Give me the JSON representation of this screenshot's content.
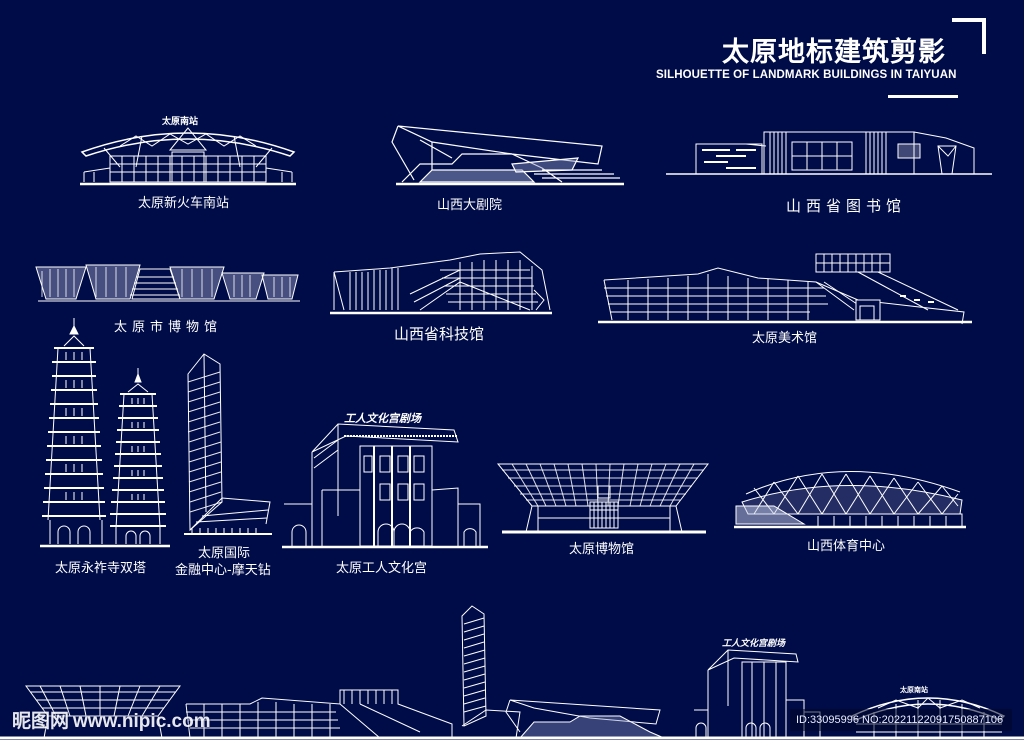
{
  "header": {
    "title_cn": "太原地标建筑剪影",
    "title_en": "SILHOUETTE OF LANDMARK BUILDINGS IN TAIYUAN"
  },
  "colors": {
    "background": "#000c48",
    "line": "#ffffff"
  },
  "buildings": [
    {
      "name": "太原新火车南站",
      "sign": "太原南站"
    },
    {
      "name": "山西大剧院"
    },
    {
      "name": "山西省图书馆"
    },
    {
      "name": "太原市博物馆"
    },
    {
      "name": "山西省科技馆"
    },
    {
      "name": "太原美术馆"
    },
    {
      "name": "太原永祚寺双塔"
    },
    {
      "name_line1": "太原国际",
      "name_line2": "金融中心-摩天钻"
    },
    {
      "name": "太原工人文化宫",
      "sign": "工人文化宫剧场"
    },
    {
      "name": "太原博物馆"
    },
    {
      "name": "山西体育中心"
    }
  ],
  "watermark": {
    "site_cn": "昵图网",
    "site_url": "www.nipic.com",
    "id_text": "ID:33095996 NO:20221122091750887106"
  }
}
